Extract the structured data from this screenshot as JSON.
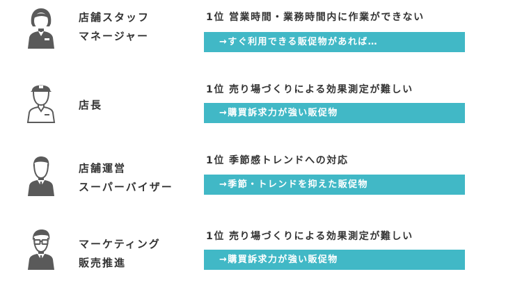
{
  "rows": [
    {
      "icon": "female-staff-icon",
      "role_lines": [
        "店舗スタッフ",
        "マネージャー"
      ],
      "rank_label": "1位",
      "rank_text": "営業時間・業務時間内に作業ができない",
      "answer": "→すぐ利用できる販促物があれば…"
    },
    {
      "icon": "store-manager-cap-icon",
      "role_lines": [
        "店長"
      ],
      "rank_label": "1位",
      "rank_text": "売り場づくりによる効果測定が難しい",
      "answer": "→購買訴求力が強い販促物"
    },
    {
      "icon": "supervisor-suit-icon",
      "role_lines": [
        "店舗運営",
        "スーパーバイザー"
      ],
      "rank_label": "1位",
      "rank_text": "季節感トレンドへの対応",
      "answer": "→季節・トレンドを抑えた販促物"
    },
    {
      "icon": "marketer-glasses-icon",
      "role_lines": [
        "マーケティング",
        "販売推進"
      ],
      "rank_label": "1位",
      "rank_text": "売り場づくりによる効果測定が難しい",
      "answer": "→購買訴求力が強い販促物"
    }
  ],
  "colors": {
    "accent": "#41b8c6",
    "icon": "#5a5a5a",
    "text": "#333333"
  }
}
